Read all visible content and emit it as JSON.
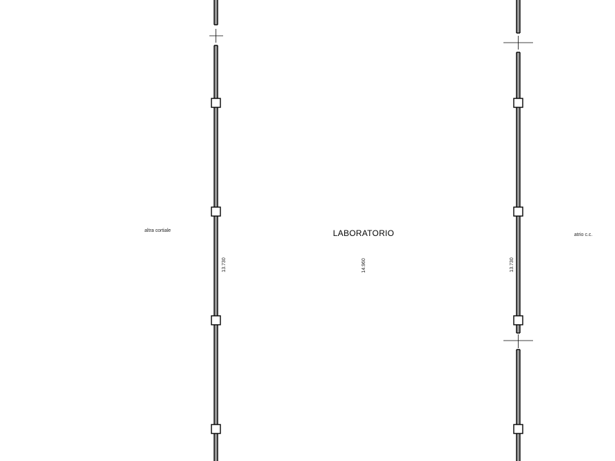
{
  "drawing": {
    "room_name": "LABORATORIO",
    "left_area_label": "altra cortiale",
    "right_area_label": "atrio c.c.",
    "dimension_left": "13.730",
    "dimension_center": "14.960",
    "dimension_right": "13.730"
  }
}
